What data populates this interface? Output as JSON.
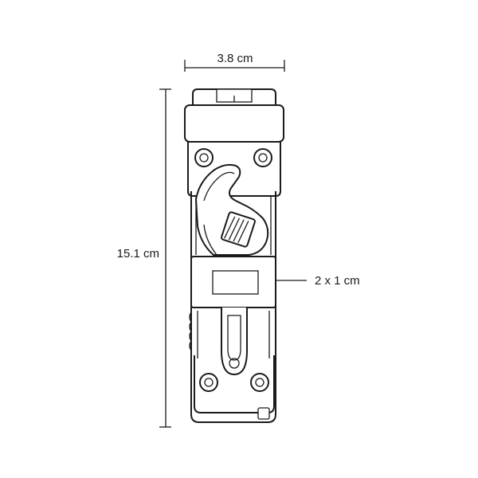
{
  "dimensions": {
    "width_label": "3.8 cm",
    "height_label": "15.1 cm",
    "imprint_label": "2 x 1 cm"
  },
  "colors": {
    "line": "#1a1a1a",
    "background": "#ffffff"
  }
}
